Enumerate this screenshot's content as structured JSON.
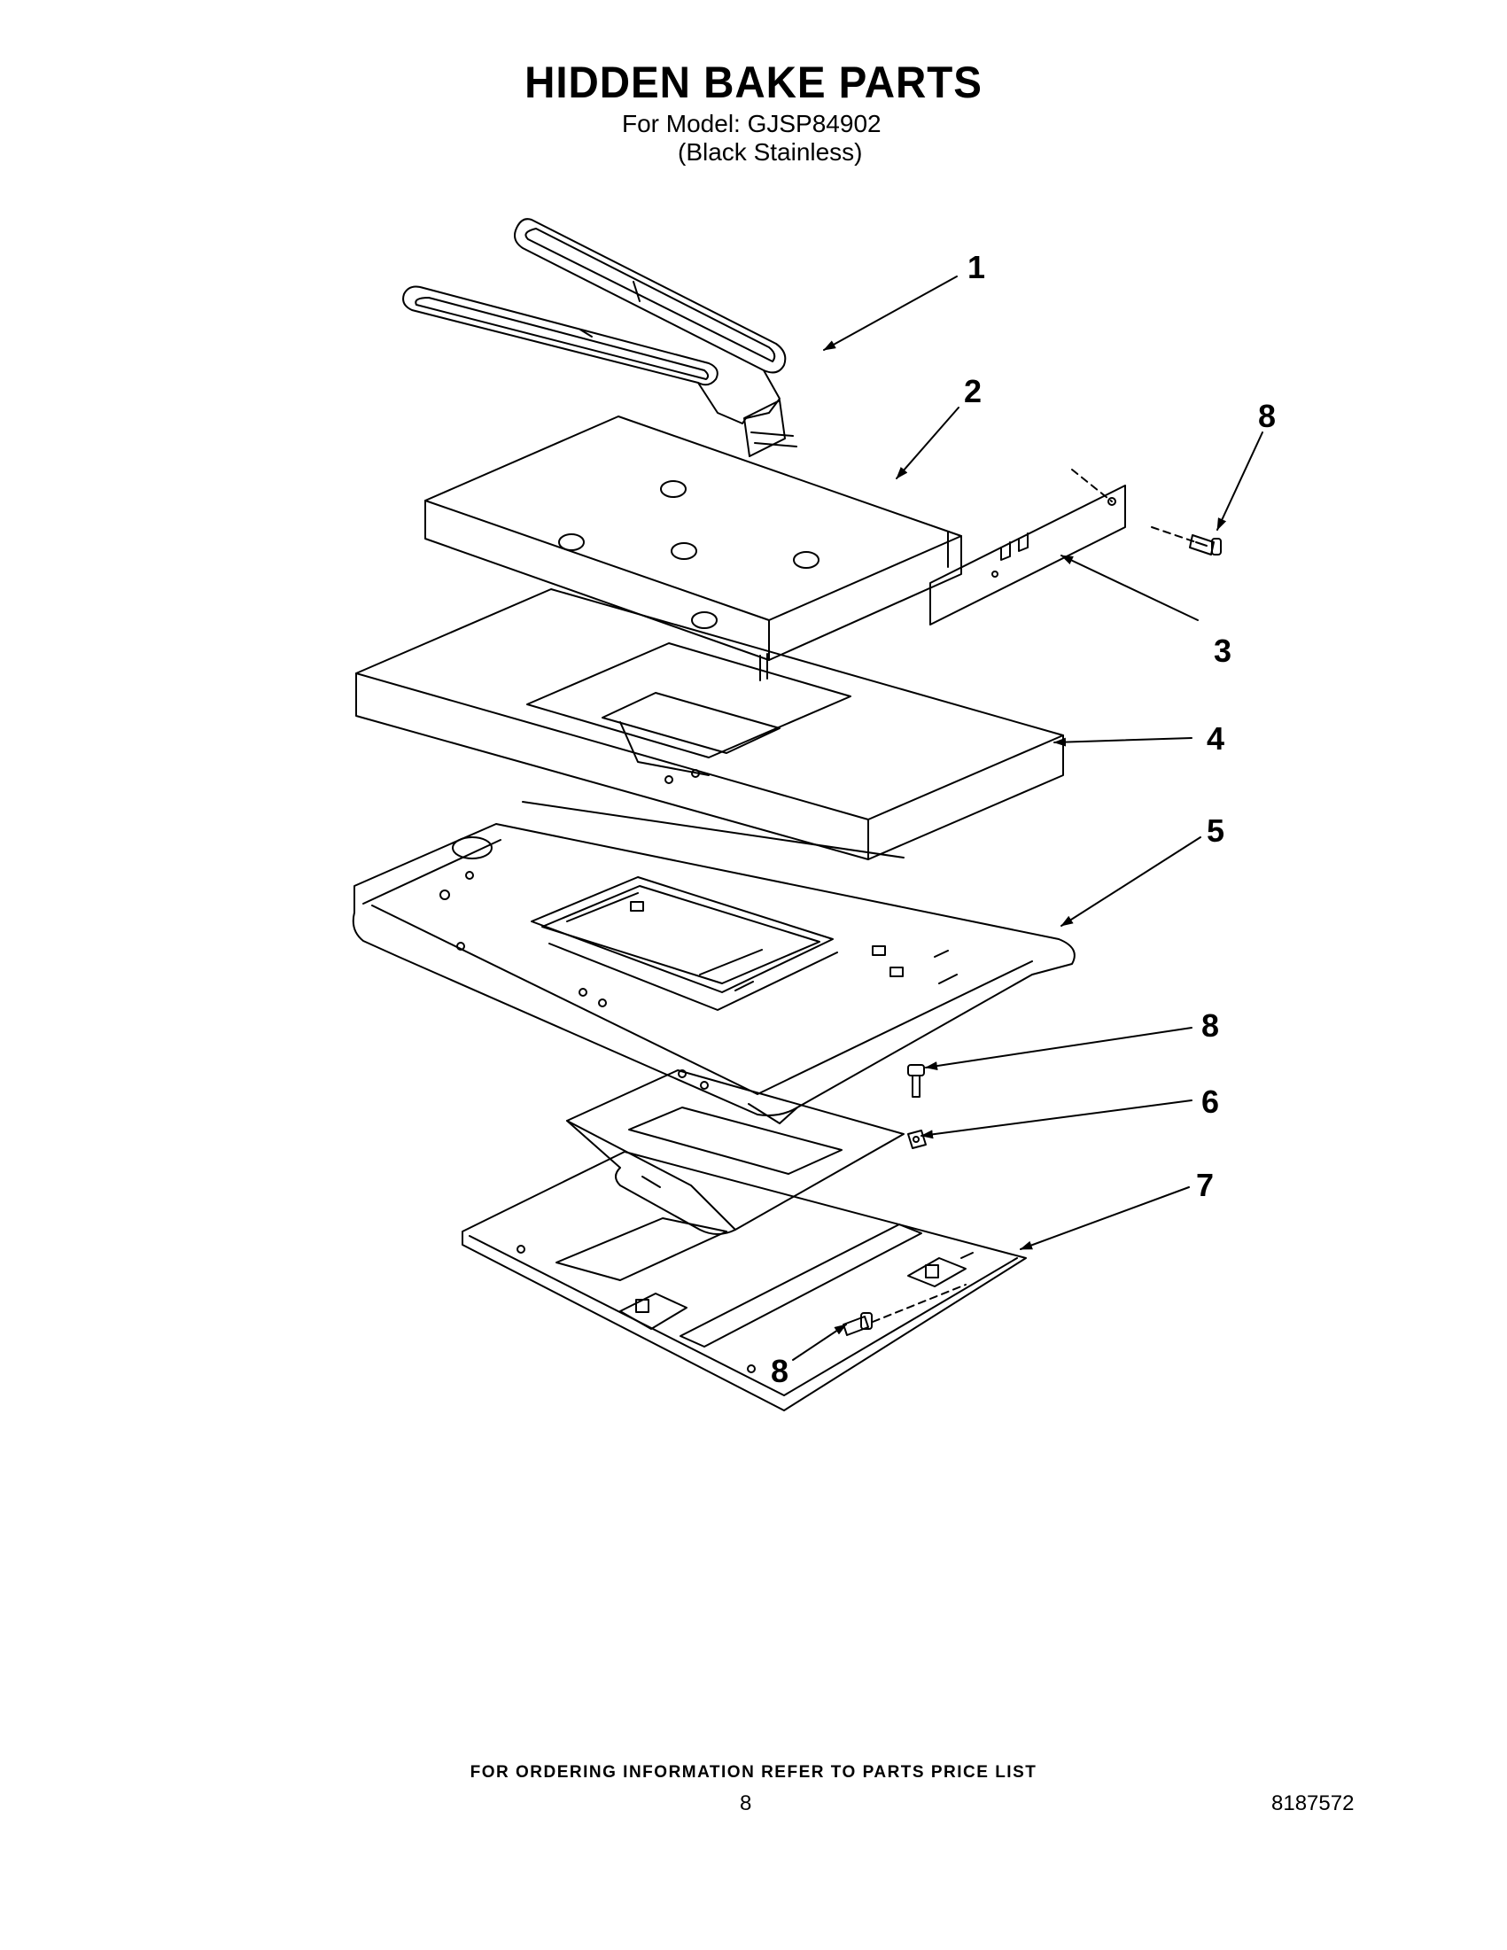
{
  "header": {
    "title": "HIDDEN BAKE PARTS",
    "model_line": "For Model: GJSP84902",
    "variant_line": "(Black Stainless)"
  },
  "callouts": [
    {
      "id": "1",
      "label": "1"
    },
    {
      "id": "2",
      "label": "2"
    },
    {
      "id": "8a",
      "label": "8"
    },
    {
      "id": "3",
      "label": "3"
    },
    {
      "id": "4",
      "label": "4"
    },
    {
      "id": "5",
      "label": "5"
    },
    {
      "id": "8b",
      "label": "8"
    },
    {
      "id": "6",
      "label": "6"
    },
    {
      "id": "7",
      "label": "7"
    },
    {
      "id": "8c",
      "label": "8"
    }
  ],
  "footer": {
    "ordering_note": "FOR ORDERING INFORMATION REFER TO PARTS PRICE LIST",
    "page_number": "8",
    "document_number": "8187572"
  }
}
